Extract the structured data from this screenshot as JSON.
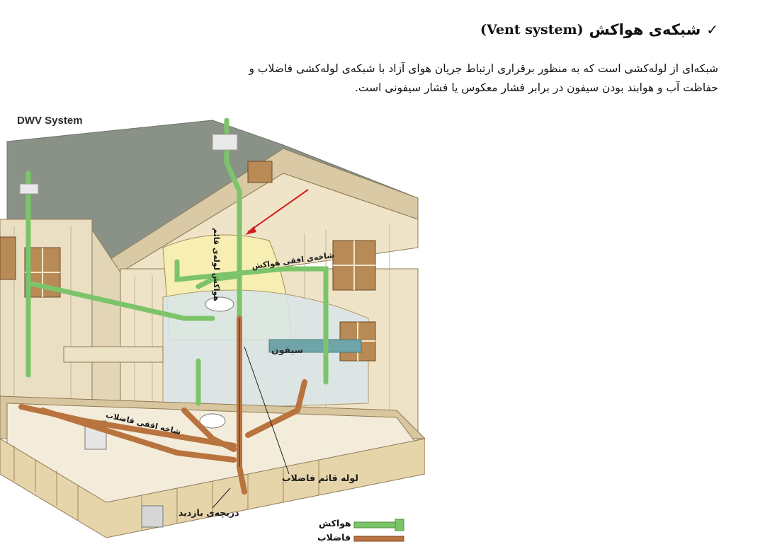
{
  "heading": {
    "check": "✓",
    "title_fa": "شبکه‌ی هواکش",
    "title_en": "(Vent system)"
  },
  "paragraph": {
    "line1": "شبکه‌ای از لوله‌کشی است که به منظور برقراری ارتباط جریان هوای آزاد با شبکه‌ی لوله‌کشی فاضلاب و",
    "line2": "حفاظت آب و هوابند بودن سیفون در برابر فشار معکوس یا فشار سیفونی است."
  },
  "figure": {
    "title": "DWV System",
    "labels": {
      "vent_stack": "هواکش لوله‌ی قائم",
      "vent_branch": "شاخه‌ی افقی هواکش",
      "trap": "سیفون",
      "drain_branch": "شاخه افقی فاضلاب",
      "drain_stack": "لوله قائم فاضلاب",
      "cleanout": "دریچه‌ی بازدید"
    },
    "legend": {
      "vent": "هواکش",
      "drain": "فاضلاب"
    }
  },
  "colors": {
    "vent_pipe": "#7cc46a",
    "drain_pipe": "#b9733f",
    "arrow": "#d21f1f"
  }
}
